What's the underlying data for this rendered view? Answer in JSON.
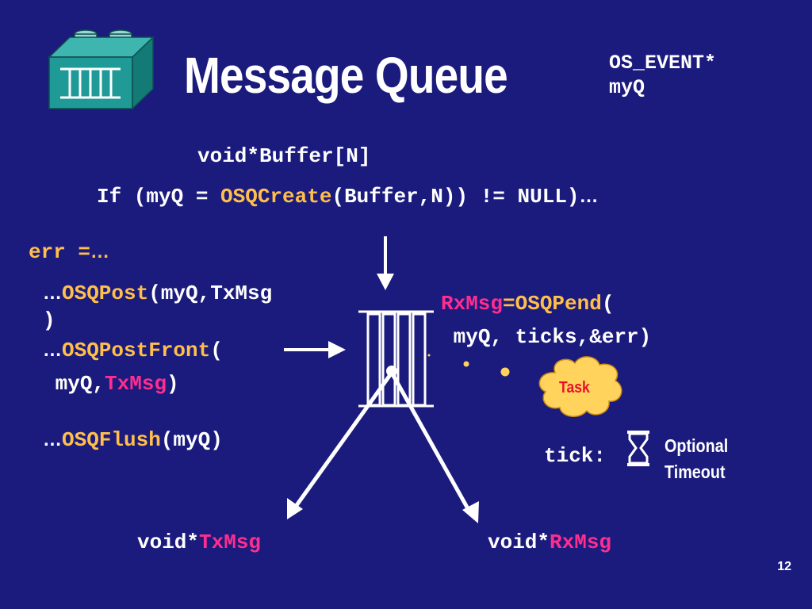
{
  "title": "Message Queue",
  "os_event": {
    "line1": "OS_EVENT*",
    "line2": "myQ"
  },
  "buffer_decl": "void*Buffer[N]",
  "create_line": {
    "prefix": "If (myQ = ",
    "func": "OSQCreate",
    "suffix": "(Buffer,N)) != NULL)",
    "ellipsis": "…"
  },
  "err": {
    "label": "err =",
    "ellipsis": "…"
  },
  "post": {
    "ellipsis": "…",
    "func": "OSQPost",
    "args": "(myQ,TxMsg",
    "close": ")"
  },
  "post_front": {
    "ellipsis": "…",
    "func": "OSQPostFront",
    "open": "(",
    "arg1": "myQ,",
    "arg2": "TxMsg",
    "close": ")"
  },
  "flush": {
    "ellipsis": "…",
    "func": "OSQFlush",
    "args": "(myQ)"
  },
  "pend": {
    "var": "RxMsg",
    "eq": "=",
    "func": "OSQPend",
    "open": "(",
    "args": "myQ, ticks,&err)"
  },
  "task_label": "Task",
  "tick_label": "tick:",
  "timeout_label": {
    "line1": "Optional",
    "line2": "Timeout"
  },
  "tx_bottom": {
    "prefix": "void*",
    "var": "TxMsg"
  },
  "rx_bottom": {
    "prefix": "void*",
    "var": "RxMsg"
  },
  "page_number": "12",
  "colors": {
    "background": "#1b1b7e",
    "func": "#ffbf4a",
    "var": "#ff2d8e",
    "cloud": "#ffd35c",
    "block": "#1f9a96"
  },
  "icons": [
    "queue-block-icon",
    "task-cloud-icon",
    "hourglass-icon"
  ]
}
